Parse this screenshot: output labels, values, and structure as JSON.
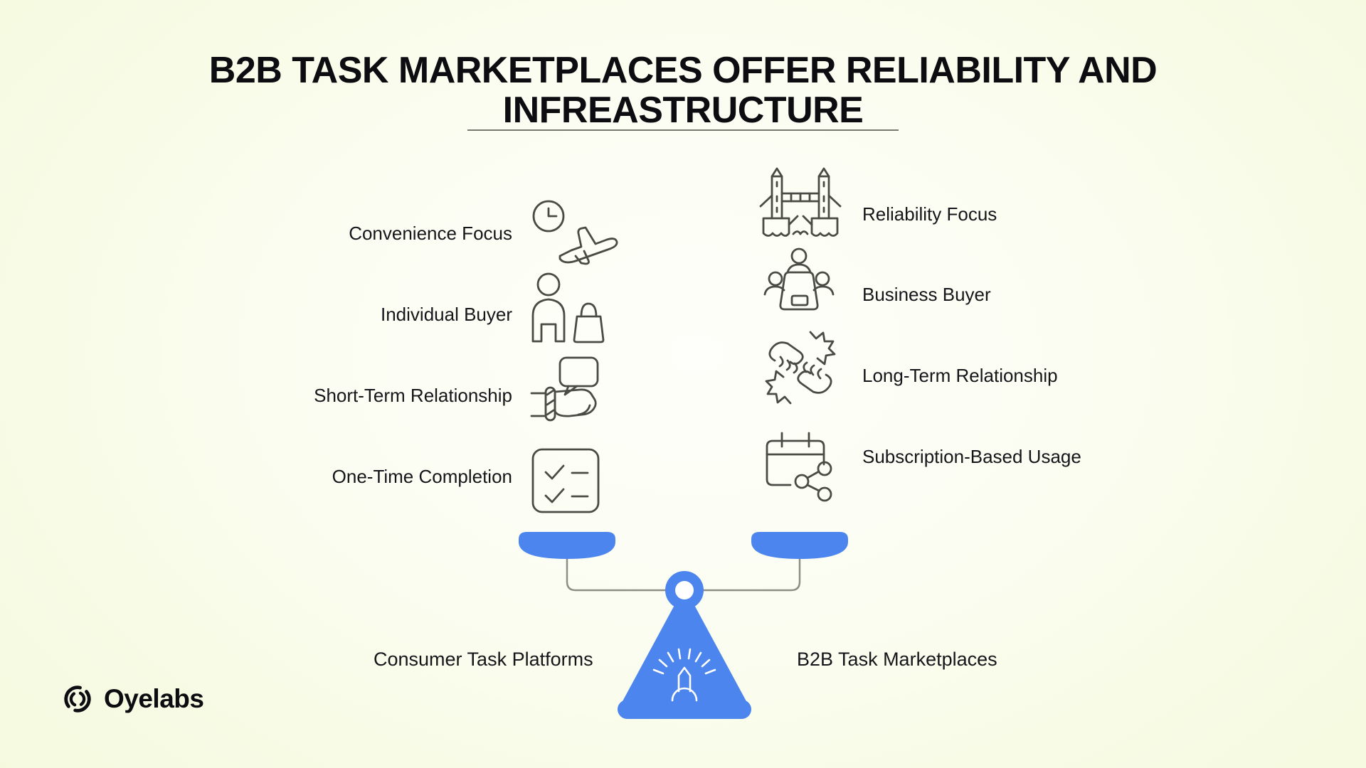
{
  "title": {
    "line1": "B2B TASK MARKETPLACES OFFER RELIABILITY AND",
    "line2": "INFREASTRUCTURE"
  },
  "left_column": {
    "footer_label": "Consumer Task Platforms",
    "items": [
      {
        "label": "Convenience Focus",
        "icon": "clock-airplane-icon"
      },
      {
        "label": "Individual Buyer",
        "icon": "person-shopping-bag-icon"
      },
      {
        "label": "Short-Term Relationship",
        "icon": "fist-chat-bubble-icon"
      },
      {
        "label": "One-Time Completion",
        "icon": "checklist-icon"
      }
    ]
  },
  "right_column": {
    "footer_label": "B2B Task Marketplaces",
    "items": [
      {
        "label": "Reliability Focus",
        "icon": "bridge-icon"
      },
      {
        "label": "Business Buyer",
        "icon": "meeting-table-icon"
      },
      {
        "label": "Long-Term Relationship",
        "icon": "united-hands-icon"
      },
      {
        "label": "Subscription-Based Usage",
        "icon": "calendar-share-icon"
      }
    ]
  },
  "scale": {
    "type": "balance-scale",
    "tilt": "level"
  },
  "brand": {
    "name": "Oyelabs"
  },
  "colors": {
    "accent_blue": "#4C85EE",
    "icon_stroke": "#4A4B45",
    "text_dark": "#121217",
    "background_center": "#FDFEF8",
    "background_edge": "#F5FADF",
    "beam_gray": "#8E8E85"
  }
}
